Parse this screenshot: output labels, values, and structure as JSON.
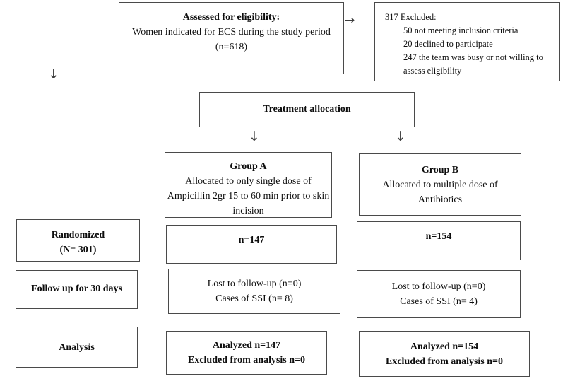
{
  "arrows": {
    "down": "↓",
    "right": "→"
  },
  "boxes": {
    "assessed": {
      "title": "Assessed for eligibility:",
      "body": "Women indicated for ECS during the study period (n=618)"
    },
    "excluded": {
      "header": "317 Excluded:",
      "reasons": [
        "50 not meeting inclusion criteria",
        "20 declined to participate",
        "247 the team was busy or not willing to assess eligibility"
      ]
    },
    "treatment_allocation": {
      "title": "Treatment allocation"
    },
    "group_a": {
      "title": "Group A",
      "body": "Allocated to only single dose of Ampicillin 2gr 15 to 60 min prior to skin incision",
      "n": "n=147",
      "followup_line1": "Lost to follow-up (n=0)",
      "followup_line2": "Cases of SSI (n= 8)",
      "analyzed_line1": "Analyzed n=147",
      "analyzed_line2": "Excluded from analysis n=0"
    },
    "group_b": {
      "title": "Group B",
      "body": "Allocated to multiple dose of Antibiotics",
      "n": "n=154",
      "followup_line1": "Lost to follow-up (n=0)",
      "followup_line2": "Cases of SSI (n= 4)",
      "analyzed_line1": "Analyzed n=154",
      "analyzed_line2": "Excluded from analysis n=0"
    },
    "stages": {
      "randomized_line1": "Randomized",
      "randomized_line2": "(N= 301)",
      "followup": "Follow up for 30 days",
      "analysis": "Analysis"
    }
  },
  "colors": {
    "border": "#4a4a4a",
    "text": "#0d0d0d",
    "background": "#ffffff"
  }
}
